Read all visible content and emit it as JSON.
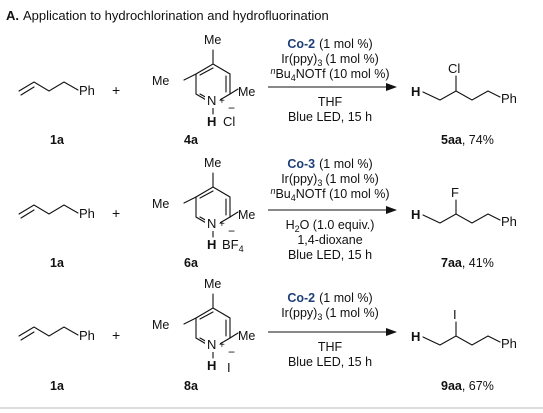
{
  "panel": {
    "letter": "A.",
    "title": "Application to hydrochlorination and hydrofluorination"
  },
  "common": {
    "Ph": "Ph",
    "Me": "Me",
    "H": "H",
    "N": "N",
    "plus_charge": "+",
    "minus_charge": "−",
    "plus": "+",
    "alkene_label": "1a"
  },
  "colors": {
    "cobalt": "#1f3f7a",
    "counterion": "#d6831f",
    "product_halogen": "#d6831f",
    "product_H": "#2f7a2f"
  },
  "reactions": [
    {
      "reagent_label": "4a",
      "counterion": "Cl",
      "conditions": {
        "catalyst": "Co-2",
        "catalyst_loading": "(1 mol %)",
        "photocat_pre": "Ir(ppy)",
        "photocat_sub": "3",
        "photocat_post": "(1 mol %)",
        "additive_sup": "n",
        "additive_pre": "Bu",
        "additive_sub": "4",
        "additive_post": "NOTf (10 mol %)",
        "solvent": "THF",
        "light": "Blue LED, 15 h"
      },
      "product_label": "5aa",
      "yield": ", 74%",
      "halogen": "Cl"
    },
    {
      "reagent_label": "6a",
      "counterion_pre": "BF",
      "counterion_sub": "4",
      "conditions": {
        "catalyst": "Co-3",
        "catalyst_loading": "(1 mol %)",
        "photocat_pre": "Ir(ppy)",
        "photocat_sub": "3",
        "photocat_post": "(1 mol %)",
        "additive_sup": "n",
        "additive_pre": "Bu",
        "additive_sub": "4",
        "additive_post": "NOTf (10 mol %)",
        "water_pre": "H",
        "water_sub": "2",
        "water_post": "O (1.0 equiv.)",
        "solvent": "1,4-dioxane",
        "light": "Blue LED, 15 h"
      },
      "product_label": "7aa",
      "yield": ", 41%",
      "halogen": "F"
    },
    {
      "reagent_label": "8a",
      "counterion": "I",
      "conditions": {
        "catalyst": "Co-2",
        "catalyst_loading": "(1 mol %)",
        "photocat_pre": "Ir(ppy)",
        "photocat_sub": "3",
        "photocat_post": "(1 mol %)",
        "solvent": "THF",
        "light": "Blue LED, 15 h"
      },
      "product_label": "9aa",
      "yield": ", 67%",
      "halogen": "I"
    }
  ]
}
